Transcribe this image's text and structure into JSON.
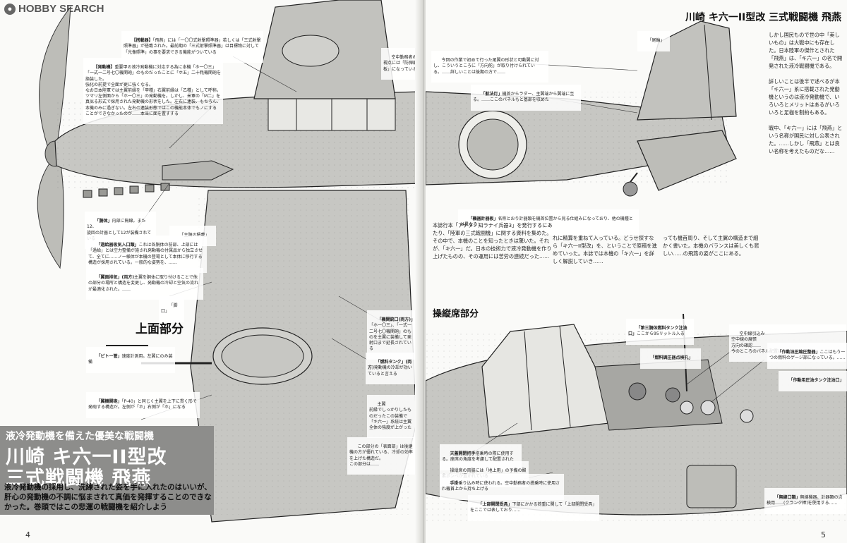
{
  "site": {
    "name": "HOBBY SEARCH"
  },
  "header": {
    "title": "川崎 キ六一II型改 三式戦闘機 飛燕"
  },
  "left": {
    "section_label": "上面部分",
    "title_sub": "液冷発動機を備えた優美な戦闘機",
    "title_line1": "川崎 キ六一II型改",
    "title_line2": "三式戦闘機 飛燕",
    "lead": "液冷発動機の採用し、洗練された姿を手に入れたのはいいが、肝心の発動機の不調に悩まされて真価を発揮することのできなかった。巻頭ではこの悲運の戦闘機を紹介しよう",
    "page_number": "4",
    "captions": [
      {
        "name": "armament-caption",
        "head": "【搭載器】",
        "text": "「飛燕」には「一〇〇式射撃照準器」若しくは「三式射撃照準器」が搭載された。最前期の「三式射撃照準器」は目標物に対して「光像照準」の事を要求できる機能がついている"
      },
      {
        "name": "engine-caption",
        "head": "【発動機】",
        "text": "重要甲の液冷発動機に対応する為に本機「ホ一〇三」「一式一二号七〇機関砲」のものだったことに「ホ五」二十粍機関砲を換装した。\n強化の前提で全面が更に強くなる。\nなお日本陸軍では主翼前縁を「甲種」右翼前縁は「乙種」として呼称。ツマリ左側面から「ホ一〇三」の発動機を。しかし、米軍の「M二」を真似る形式で採用された発動機の形状をした。左右に連装、もちろん、\n本機のみに過ぎない。左右の連装形態ではこの機能本体でもノにすることができなかったのが……本当に面を置すする"
      },
      {
        "name": "canopy-caption",
        "head": "",
        "text": "空中勤務者の視点には「防弾鋼板」になっている"
      },
      {
        "name": "propeller-caption",
        "head": "「胴体」",
        "text": "内部に無線。また12、\n旋回の計器として12が装備されている"
      },
      {
        "name": "main-mast-caption",
        "head": "",
        "text": "「主胴の積載」"
      },
      {
        "name": "supercharger-caption",
        "head": "「過給器吸気入口類」",
        "text": "これは各胴体の前部、上部には「過給」とは空力整備が施され発動機の付属品から独立させて、全てに……ノー様体が本機の登場として本体に移行する構造が採用されている。一般的な姿勢を、……"
      },
      {
        "name": "wing-caption",
        "head": "「翼面排気」(両方)",
        "text": "主翼を胴体に取り付けることで他の部分の場所と構造を変更し、発動機の冷却と空気の流れが最適化された。……"
      },
      {
        "name": "flap-caption",
        "head": "",
        "text": "「脚口」"
      },
      {
        "name": "pitot-caption",
        "head": "「ピトー管」",
        "text": "速度計測用。左翼にのみ装備"
      },
      {
        "name": "gun-caption",
        "head": "「翼機関砲」",
        "text": "「P-40」と同じく主翼を上下に貫く形で発砲する構造だ。左側が「ホ」右側が「ホ」になる"
      },
      {
        "name": "mid-wing-caption",
        "head": "「機関銃口(両方)」",
        "text": "「ホ一〇三」、「一式一二号七〇機関砲」のものを主翼に装備して発射口まで延長されている"
      },
      {
        "name": "fuel-caption",
        "head": "「燃料タンク」(両方)",
        "text": "発動機の冷却が効いていると言える"
      },
      {
        "name": "drain-caption",
        "head": "",
        "text": "主翼\n前縁でしっかりしたものだったこの装備で「キ六一」系統は主翼全体の強度が上がった"
      },
      {
        "name": "tail-caption",
        "head": "",
        "text": "この部分の「表面部」は後継機の方が優れている、冷却の効率を上げた構造だ。\nこの部分は……"
      }
    ]
  },
  "right": {
    "section_label": "操縦席部分",
    "page_number": "5",
    "body_text_1": "本誌行本「アナタノ知ラナイ兵器3」を発行するにあたり、「陸軍の三式戦闘機」に関する資料を集めた。その中で、本機のことを知ったときは驚いた。それが、「キ六一」だ。日本の技術力で液冷発動機を作り上げたものの、その運用には苦労の連続だった……",
    "body_text_2": "れに精算を重ねて入っている。どうせ探すなら「キ六一II型改」を、ということで原稿を進めていった。本誌では本機の「キ六一」を詳しく解説していき……",
    "body_text_3": "っても機首周り、そして主翼の構造まで細かく書いた。本機のバランスは美しくも悲しい……の飛燕の姿がここにある。",
    "body_text_4": "しかし国民もので世の中「美しいもの」は大戦中にも存在した。日本陸軍の傑作とされた「飛燕」は、「キ六一」の名で開発された液冷戦闘機である。\n\n詳しいことは後半で述べるが本「キ六一」系に搭載された発動機というのは液冷発動機で、いろいろとメリットはあるがいろいろと足枷を制約もある。\n\n戦中、「キ六一」には「飛燕」という名称が国民に対し公表された。……しかし「飛燕」とは良い名称を考えたものだな……",
    "captions": [
      {
        "name": "tail-wheel-caption",
        "head": "",
        "text": "「尾輪」"
      },
      {
        "name": "rudder-caption",
        "head": "",
        "text": "今回の作業で初めて行った尾翼の形状と可動翼に対し、こういうところに「方向舵」が取り付けられている。……詳しいことは後期の方で……"
      },
      {
        "name": "radio-caption",
        "head": "「航法灯」",
        "text": "機首からラダー、主翼端から翼端に至る。……ここのパネルもと基部を収めた"
      },
      {
        "name": "hatch-caption",
        "head": "「機器計器板」",
        "text": "名称とおり計器類を機首位置から見る仕組みになっており、他の機種とは異なる"
      },
      {
        "name": "antenna-caption",
        "head": "",
        "text": "空中線引込み\n空中線の展張\n方向の確認……\n今のところのパネル配置は……"
      },
      {
        "name": "fuel-tank-caption",
        "head": "「第三胴体燃料タンク注油口」",
        "text": "ここから95リットル入る"
      },
      {
        "name": "oil-caption",
        "head": "「燃料調圧器点検孔」",
        "text": ""
      },
      {
        "name": "cockpit-caption",
        "head": "「作動油圧縮圧整器」",
        "text": "ここはもう一つの燃料のゲージ部になっている。……"
      },
      {
        "name": "tank-caption",
        "head": "「作動用圧油タンク注油口」",
        "text": ""
      },
      {
        "name": "seat-caption",
        "head": "天蓋開閉把手",
        "text": "搭乗時の際に使用する。座席の角度を考慮して配置された"
      },
      {
        "name": "step-caption",
        "head": "",
        "text": "操縦席の両脇には「地上用」の予備の酸素ボンベが置かれている"
      },
      {
        "name": "foot-caption",
        "head": "手掛",
        "text": "乗り込み時に使われる。空中勤務者の搭乗時に使用され機首上から持ち上げる"
      },
      {
        "name": "door-caption",
        "head": "「上部開閉受具」",
        "text": "下部にかかる荷重に関して「上部開閉受具」をここでは表しており……"
      },
      {
        "name": "inspection-caption",
        "head": "「無線口類」",
        "text": "無線機器、計器類の点検用……(クランク棒)を使用する……"
      }
    ]
  },
  "colors": {
    "ink": "#222222",
    "aircraft_fill": "#c7c7c3",
    "title_box": "#8d8d8b",
    "page": "#fafaf8"
  }
}
